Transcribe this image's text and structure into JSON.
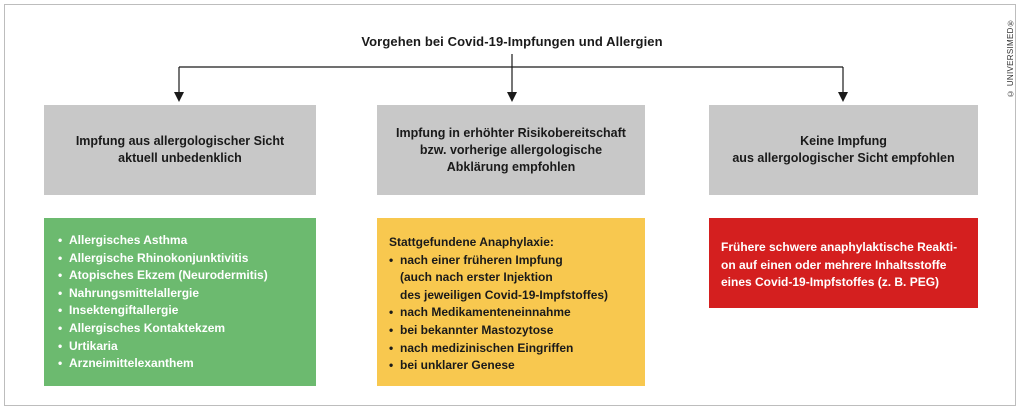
{
  "title": "Vorgehen bei Covid-19-Impfungen und Allergien",
  "copyright": "© UNIVERSIMED®",
  "columns": [
    {
      "header": "Impfung aus allergologischer Sicht\naktuell unbedenklich",
      "color": "#6cba6f",
      "items": [
        "Allergisches Asthma",
        "Allergische Rhinokonjunktivitis",
        "Atopisches Ekzem (Neurodermitis)",
        "Nahrungsmittelallergie",
        "Insektengiftallergie",
        "Allergisches Kontaktekzem",
        "Urtikaria",
        "Arzneimittelexanthem"
      ]
    },
    {
      "header": "Impfung in erhöhter Risikobereitschaft\nbzw. vorherige allergologische\nAbklärung empfohlen",
      "color": "#f8c84f",
      "intro": "Stattgefundene Anaphylaxie:",
      "items": [
        "nach einer früheren Impfung\n(auch nach erster Injektion\ndes jeweiligen Covid-19-Impfstoffes)",
        "nach Medikamenteneinnahme",
        "bei bekannter Mastozytose",
        "nach medizinischen Eingriffen",
        "bei unklarer Genese"
      ]
    },
    {
      "header": "Keine Impfung\naus allergologischer Sicht empfohlen",
      "color": "#d41f1f",
      "text": "Frühere schwere anaphylaktische Reakti-\non auf einen oder mehrere Inhaltsstoffe\neines Covid-19-Impfstoffes (z. B. PEG)"
    }
  ]
}
